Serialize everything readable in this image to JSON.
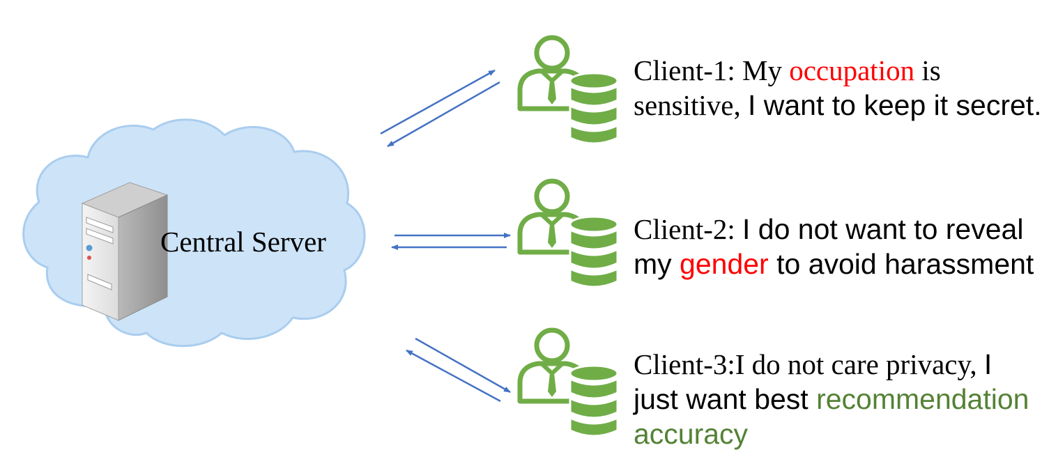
{
  "server": {
    "label": "Central Server"
  },
  "clients": [
    {
      "line1": [
        {
          "text": "Client-1: My ",
          "font": "serif",
          "color": "#000000"
        },
        {
          "text": "occupation",
          "font": "serif",
          "color": "#ff0000"
        },
        {
          "text": " is",
          "font": "serif",
          "color": "#000000"
        }
      ],
      "line2": [
        {
          "text": "sensitive, ",
          "font": "serif",
          "color": "#000000"
        },
        {
          "text": "I want to keep it secret.",
          "font": "sans",
          "color": "#000000"
        }
      ]
    },
    {
      "line1": [
        {
          "text": "Client-2: ",
          "font": "serif",
          "color": "#000000"
        },
        {
          "text": "I do not want to reveal",
          "font": "sans",
          "color": "#000000"
        }
      ],
      "line2": [
        {
          "text": "my ",
          "font": "sans",
          "color": "#000000"
        },
        {
          "text": "gender",
          "font": "sans",
          "color": "#ff0000"
        },
        {
          "text": " to avoid harassment",
          "font": "sans",
          "color": "#000000"
        }
      ]
    },
    {
      "line1": [
        {
          "text": "Client-3:I do not care privacy, ",
          "font": "serif",
          "color": "#000000"
        },
        {
          "text": "I",
          "font": "sans",
          "color": "#000000"
        }
      ],
      "line2": [
        {
          "text": "just want best ",
          "font": "sans",
          "color": "#000000"
        },
        {
          "text": "recommendation",
          "font": "sans",
          "color": "#548235"
        }
      ],
      "line3": [
        {
          "text": "accuracy",
          "font": "sans",
          "color": "#548235"
        }
      ]
    }
  ],
  "colors": {
    "cloud_fill": "#cde3f7",
    "cloud_stroke": "#a9cdef",
    "arrow": "#4472c4",
    "client_icon": "#70ad47"
  },
  "icons": [
    "cloud-icon",
    "server-tower-icon",
    "user-database-icon"
  ]
}
